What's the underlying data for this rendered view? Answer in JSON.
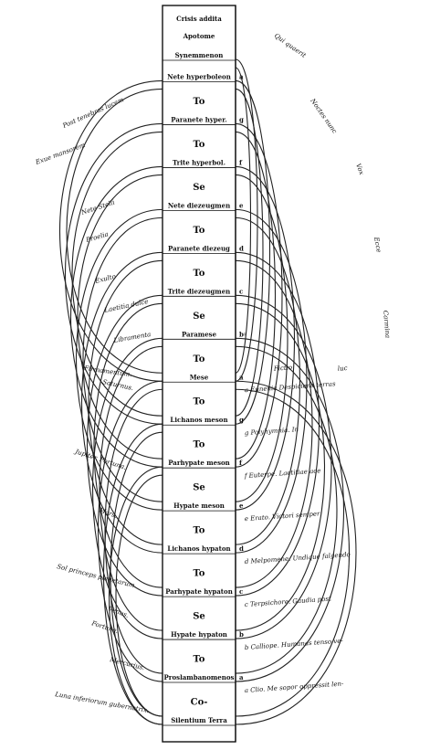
{
  "header": {
    "line1": "Crisis addita",
    "line2": "Apotome"
  },
  "notes": [
    {
      "name": "Synemmenon",
      "key": ""
    },
    {
      "name": "Nete hyperboleon",
      "key": "a"
    },
    {
      "name": "To",
      "kind": "interval"
    },
    {
      "name": "Paranete hyper.",
      "key": "g"
    },
    {
      "name": "To",
      "kind": "interval"
    },
    {
      "name": "Trite hyperbol.",
      "key": "f"
    },
    {
      "name": "Se",
      "kind": "interval"
    },
    {
      "name": "Nete diezeugmen",
      "key": "e"
    },
    {
      "name": "To",
      "kind": "interval"
    },
    {
      "name": "Paranete diezeug",
      "key": "d"
    },
    {
      "name": "To",
      "kind": "interval"
    },
    {
      "name": "Trite diezeugmen",
      "key": "c"
    },
    {
      "name": "Se",
      "kind": "interval"
    },
    {
      "name": "Paramese",
      "key": "b♮"
    },
    {
      "name": "To",
      "kind": "interval"
    },
    {
      "name": "Mese",
      "key": "a"
    },
    {
      "name": "To",
      "kind": "interval"
    },
    {
      "name": "Lichanos meson",
      "key": "g"
    },
    {
      "name": "To",
      "kind": "interval"
    },
    {
      "name": "Parhypate meson",
      "key": "f"
    },
    {
      "name": "Se",
      "kind": "interval"
    },
    {
      "name": "Hypate meson",
      "key": "e"
    },
    {
      "name": "To",
      "kind": "interval"
    },
    {
      "name": "Lichanos hypaton",
      "key": "d"
    },
    {
      "name": "To",
      "kind": "interval"
    },
    {
      "name": "Parhypate hypaton",
      "key": "c"
    },
    {
      "name": "Se",
      "kind": "interval"
    },
    {
      "name": "Hypate hypaton",
      "key": "b"
    },
    {
      "name": "To",
      "kind": "interval"
    },
    {
      "name": "Proslambanomenos",
      "key": "a"
    },
    {
      "name": "Co-",
      "kind": "interval"
    },
    {
      "name": "Silentium Terra",
      "key": ""
    }
  ],
  "muses": [
    {
      "key": "a",
      "text": "Clio. Me sopor oppressit len-"
    },
    {
      "key": "b",
      "text": "Calliope. Humanas tenso ve-"
    },
    {
      "key": "c",
      "text": "Terpsichore. Gaudia post"
    },
    {
      "key": "d",
      "text": "Melpomene. Undique falgendo"
    },
    {
      "key": "e",
      "text": "Erato. Victori semper"
    },
    {
      "key": "f",
      "text": "Euterpe. Laetitiae ace"
    },
    {
      "key": "g",
      "text": "Polyhymnia. In"
    },
    {
      "key": "a",
      "text": "Eunenia Despiciens terras"
    },
    {
      "key": "",
      "text": "Fictio"
    },
    {
      "key": "",
      "text": "luc"
    }
  ],
  "planets": [
    "Saturnus.",
    "Jupiter. Fortuna.",
    "Mars.",
    "Sol princeps planetarum.",
    "Venus.",
    "Fortuna.",
    "Mercurius.",
    "Luna inferiorum gubernatrix.",
    "Firmamentum."
  ],
  "left_arc_texts": [
    "Post tenebras lucem",
    "Exue mansorem",
    "Nete Stelli",
    "Proelia",
    "Exulto",
    "Laetitia dulce",
    "Libramenta",
    "Firmamentum",
    "Saturnus",
    "Jupiter Fortuna",
    "Mars",
    "Sol princeps planetarum",
    "Venus",
    "Fortuna",
    "Mercurius",
    "Luna inferiorum gubernatrix"
  ],
  "right_arc_texts": [
    "Qui quaerit",
    "Noctes nunc",
    "Vox",
    "Ecce",
    "Carmina"
  ]
}
